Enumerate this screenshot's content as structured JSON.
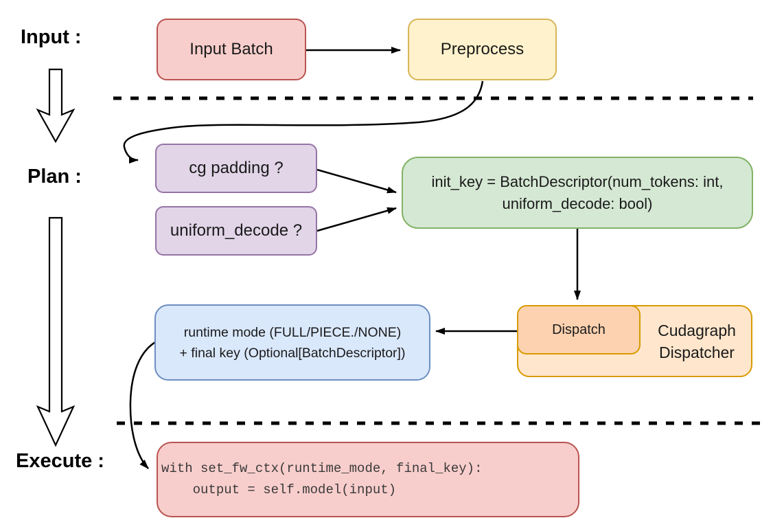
{
  "palette": {
    "red_fill": "#f8cecc",
    "red_stroke": "#b85450",
    "yellow_fill": "#fff2cc",
    "yellow_stroke": "#d6b656",
    "purple_fill": "#e1d5e7",
    "purple_stroke": "#9673a6",
    "green_fill": "#d5e8d4",
    "green_stroke": "#82b366",
    "blue_fill": "#dae8fc",
    "blue_stroke": "#6c8ebf",
    "orange_outer_fill": "#ffe6cc",
    "orange_inner_fill": "#fcd2b0",
    "orange_stroke": "#d79b00",
    "connector_color": "#000000",
    "background": "#ffffff"
  },
  "stages": {
    "input": "Input :",
    "plan": "Plan :",
    "execute": "Execute :"
  },
  "nodes": {
    "input_batch": {
      "label": "Input Batch"
    },
    "preprocess": {
      "label": "Preprocess"
    },
    "cg_padding": {
      "label": "cg padding ?"
    },
    "uniform_decode": {
      "label": "uniform_decode ?"
    },
    "init_key": {
      "line1": "init_key = BatchDescriptor(num_tokens: int,",
      "line2": "uniform_decode: bool)"
    },
    "runtime_mode": {
      "line1": "runtime mode (FULL/PIECE./NONE)",
      "line2": "+ final key (Optional[BatchDescriptor])"
    },
    "dispatch": {
      "label": "Dispatch"
    },
    "cudagraph_dispatcher": {
      "label": "Cudagraph Dispatcher"
    },
    "execute_code": {
      "line1": "with set_fw_ctx(runtime_mode, final_key):",
      "line2": "    output = self.model(input)"
    }
  },
  "edges": [
    {
      "from": "input_batch",
      "to": "preprocess"
    },
    {
      "from": "preprocess",
      "to": "cg_padding"
    },
    {
      "from": "cg_padding",
      "to": "init_key"
    },
    {
      "from": "uniform_decode",
      "to": "init_key"
    },
    {
      "from": "init_key",
      "to": "dispatch"
    },
    {
      "from": "dispatch",
      "to": "runtime_mode"
    },
    {
      "from": "runtime_mode",
      "to": "execute_code"
    },
    {
      "from": "stage_input",
      "to": "stage_plan"
    },
    {
      "from": "stage_plan",
      "to": "stage_execute"
    }
  ]
}
